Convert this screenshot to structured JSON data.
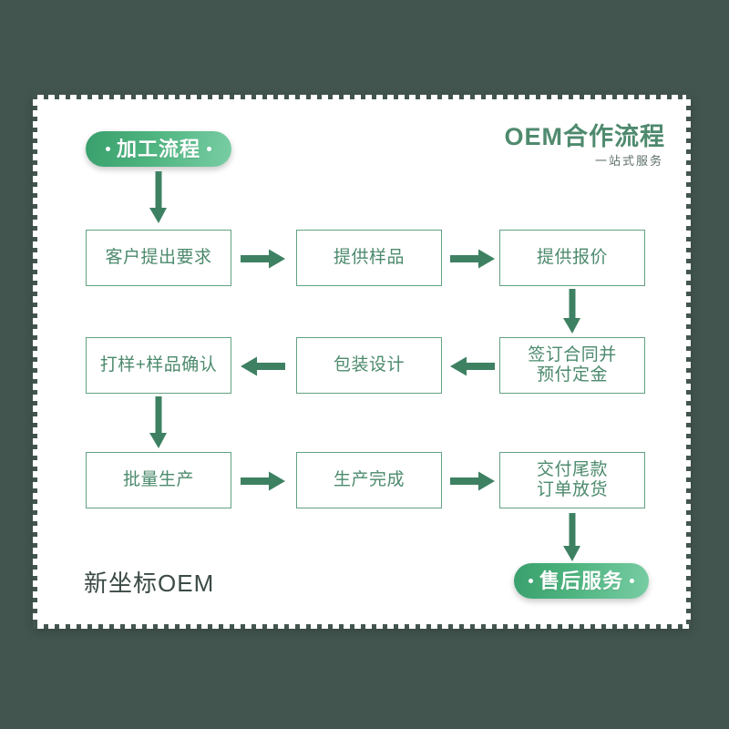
{
  "theme": {
    "background": "#42554e",
    "card_background": "#ffffff",
    "accent_green": "#4cb37e",
    "box_border": "#63a183",
    "box_text": "#4c8a6d",
    "arrow_color": "#3e8162",
    "title_color": "#4f8a6e",
    "brand_color": "#3b4a44"
  },
  "header": {
    "title": "OEM合作流程",
    "subtitle": "一站式服务"
  },
  "pills": {
    "start": "加工流程",
    "end": "售后服务"
  },
  "brand": "新坐标OEM",
  "chart_data": {
    "type": "diagram",
    "diagram_kind": "flowchart",
    "title": "OEM合作流程",
    "subtitle": "一站式服务",
    "direction": "boustrophedon (row1 L→R, row2 R→L, row3 L→R)",
    "nodes": [
      {
        "id": "start",
        "label": "加工流程",
        "shape": "pill",
        "row": 0,
        "col": 0
      },
      {
        "id": "n1",
        "label": "客户提出要求",
        "shape": "rect",
        "row": 1,
        "col": 0
      },
      {
        "id": "n2",
        "label": "提供样品",
        "shape": "rect",
        "row": 1,
        "col": 1
      },
      {
        "id": "n3",
        "label": "提供报价",
        "shape": "rect",
        "row": 1,
        "col": 2
      },
      {
        "id": "n4",
        "label": "签订合同并\n预付定金",
        "shape": "rect",
        "row": 2,
        "col": 2
      },
      {
        "id": "n5",
        "label": "包装设计",
        "shape": "rect",
        "row": 2,
        "col": 1
      },
      {
        "id": "n6",
        "label": "打样+样品确认",
        "shape": "rect",
        "row": 2,
        "col": 0
      },
      {
        "id": "n7",
        "label": "批量生产",
        "shape": "rect",
        "row": 3,
        "col": 0
      },
      {
        "id": "n8",
        "label": "生产完成",
        "shape": "rect",
        "row": 3,
        "col": 1
      },
      {
        "id": "n9",
        "label": "交付尾款\n订单放货",
        "shape": "rect",
        "row": 3,
        "col": 2
      },
      {
        "id": "end",
        "label": "售后服务",
        "shape": "pill",
        "row": 4,
        "col": 2
      }
    ],
    "edges": [
      {
        "from": "start",
        "to": "n1",
        "direction": "down"
      },
      {
        "from": "n1",
        "to": "n2",
        "direction": "right"
      },
      {
        "from": "n2",
        "to": "n3",
        "direction": "right"
      },
      {
        "from": "n3",
        "to": "n4",
        "direction": "down"
      },
      {
        "from": "n4",
        "to": "n5",
        "direction": "left"
      },
      {
        "from": "n5",
        "to": "n6",
        "direction": "left"
      },
      {
        "from": "n6",
        "to": "n7",
        "direction": "down"
      },
      {
        "from": "n7",
        "to": "n8",
        "direction": "right"
      },
      {
        "from": "n8",
        "to": "n9",
        "direction": "right"
      },
      {
        "from": "n9",
        "to": "end",
        "direction": "down"
      }
    ]
  }
}
